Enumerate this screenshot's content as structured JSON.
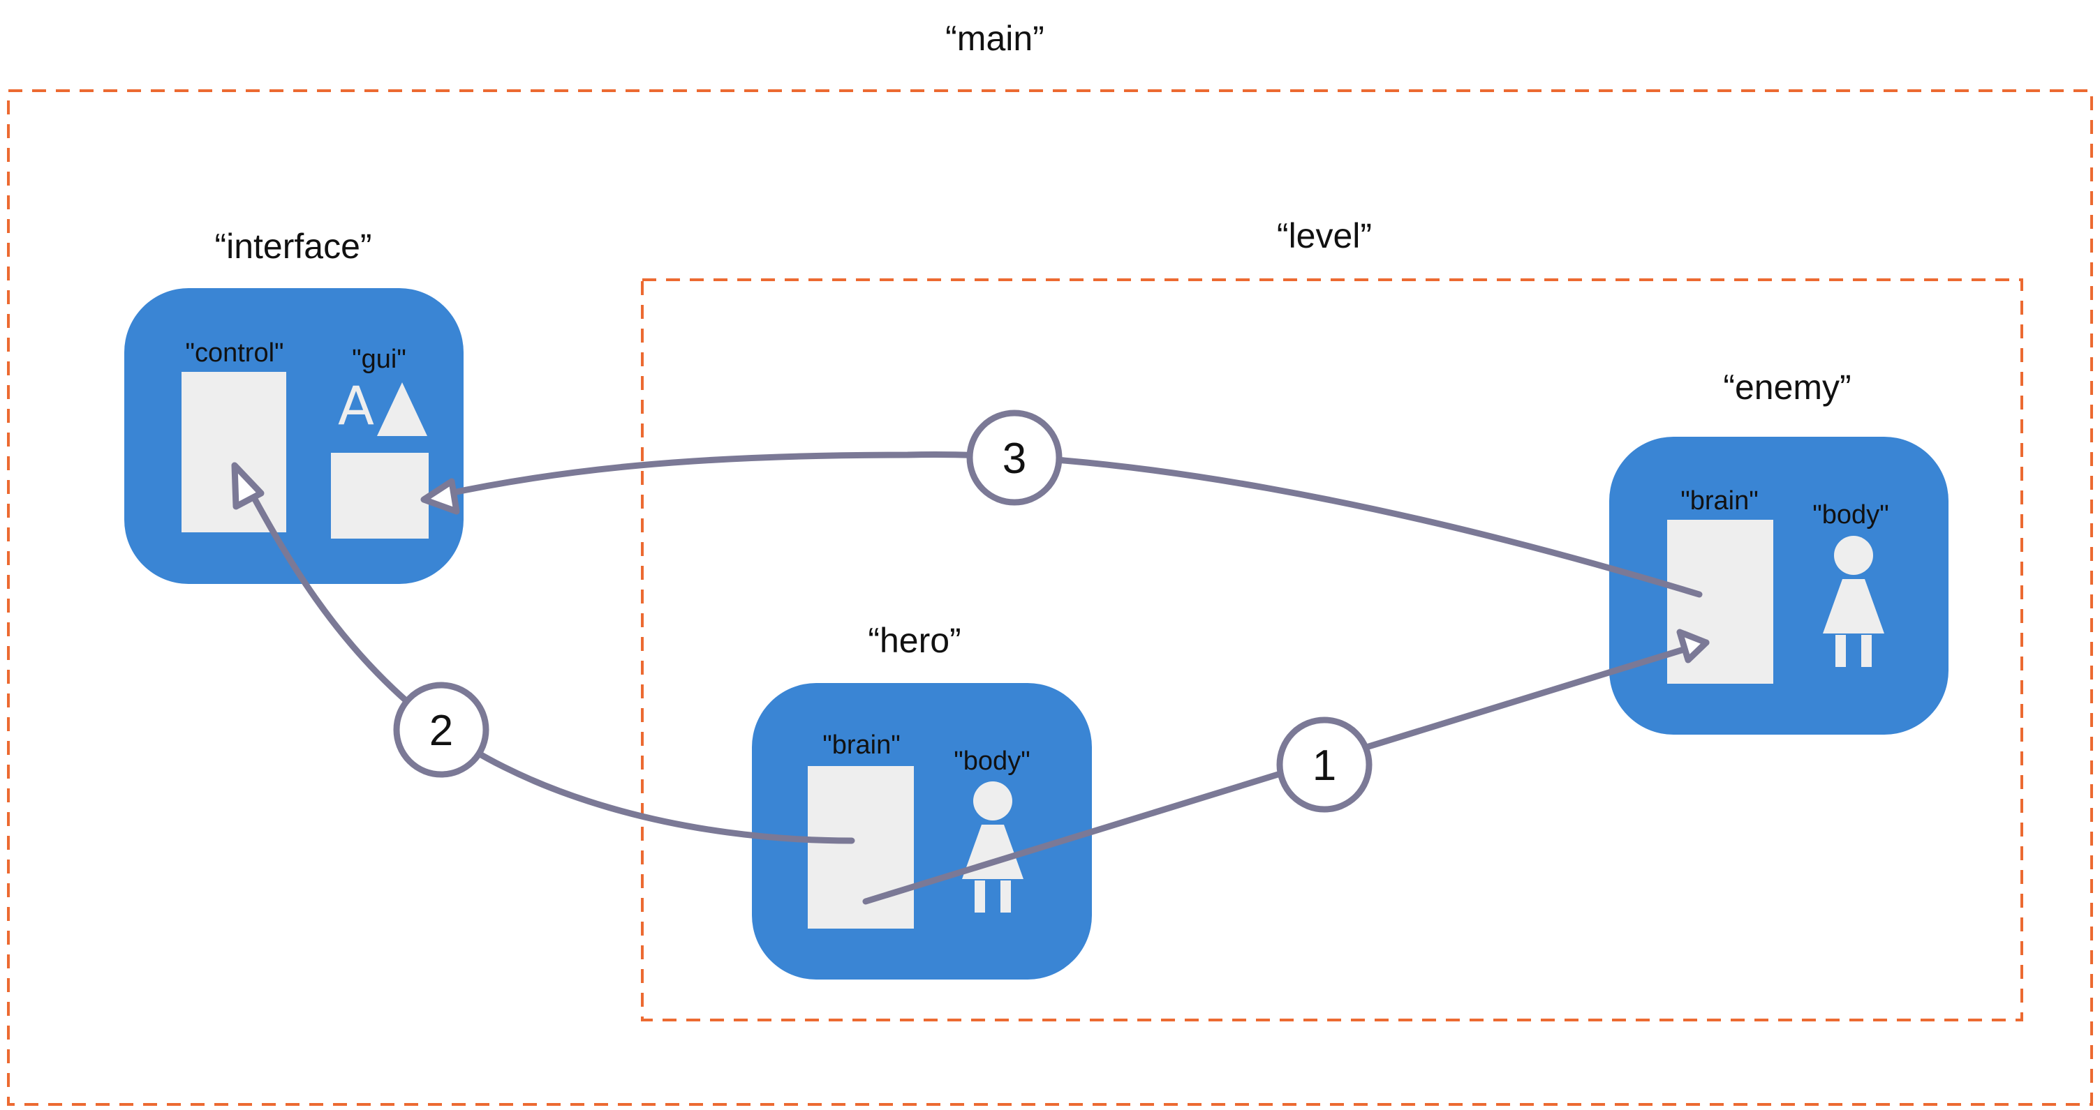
{
  "colors": {
    "accent": "#3a85d4",
    "dashed_border": "#ec6a31",
    "arrow": "#7b7996",
    "inner_box": "#eeeeee",
    "text": "#111111"
  },
  "labels": {
    "main": "“main”",
    "level": "“level”",
    "interface": "“interface”",
    "enemy": "“enemy”",
    "hero": "“hero”"
  },
  "interface_node": {
    "control": "\"control\"",
    "gui": "\"gui\"",
    "gui_glyph": "A"
  },
  "enemy_node": {
    "brain": "\"brain\"",
    "body": "\"body\""
  },
  "hero_node": {
    "brain": "\"brain\"",
    "body": "\"body\""
  },
  "arrows": [
    {
      "badge": "1",
      "from": "hero.brain",
      "to": "enemy.brain"
    },
    {
      "badge": "2",
      "from": "hero.brain",
      "to": "interface.control"
    },
    {
      "badge": "3",
      "from": "enemy.brain",
      "to": "interface.gui"
    }
  ],
  "icons": [
    "person-icon",
    "triangle-icon",
    "text-glyph-icon"
  ]
}
